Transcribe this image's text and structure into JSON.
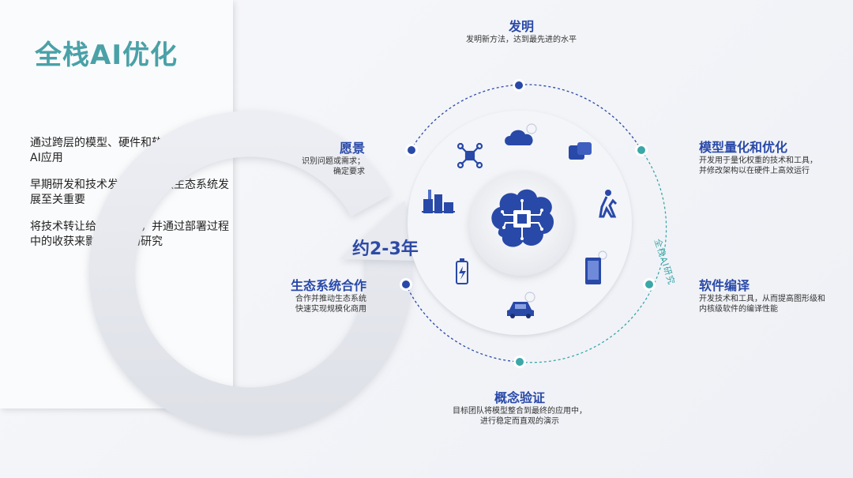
{
  "title": "全栈AI优化",
  "intro": [
    "通过跨层的模型、硬件和软件创新，加速AI应用",
    "早期研发和技术发明对于引领生态系统发展至关重要",
    "将技术转让给商业团队，并通过部署过程中的收获来影响未来的研究"
  ],
  "cycle_label": "约2-3年",
  "arc_label": "全栈AI研究",
  "stages": {
    "invent": {
      "title": "发明",
      "desc": [
        "发明新方法，达到最先进的水平"
      ]
    },
    "quantize": {
      "title": "模型量化和优化",
      "desc": [
        "开发用于量化权重的技术和工具，",
        "并修改架构以在硬件上高效运行"
      ]
    },
    "compile": {
      "title": "软件编译",
      "desc": [
        "开发技术和工具，从而提高图形级和",
        "内核级软件的编译性能"
      ]
    },
    "poc": {
      "title": "概念验证",
      "desc": [
        "目标团队将模型整合到最终的应用中，",
        "进行稳定而直观的演示"
      ]
    },
    "ecosystem": {
      "title": "生态系统合作",
      "desc": [
        "合作并推动生态系统",
        "快速实现规模化商用"
      ]
    },
    "vision": {
      "title": "愿景",
      "desc": [
        "识别问题或需求；",
        "确定要求"
      ]
    }
  },
  "colors": {
    "navy": "#2949a8",
    "teal": "#4aa1a8",
    "dot_teal": "#3aa7a8"
  },
  "icons": [
    "drone-icon",
    "cloud-icon",
    "chat-bubble-icon",
    "city-icon",
    "walking-person-icon",
    "battery-icon",
    "smartphone-icon",
    "car-icon",
    "brain-chip-icon"
  ]
}
